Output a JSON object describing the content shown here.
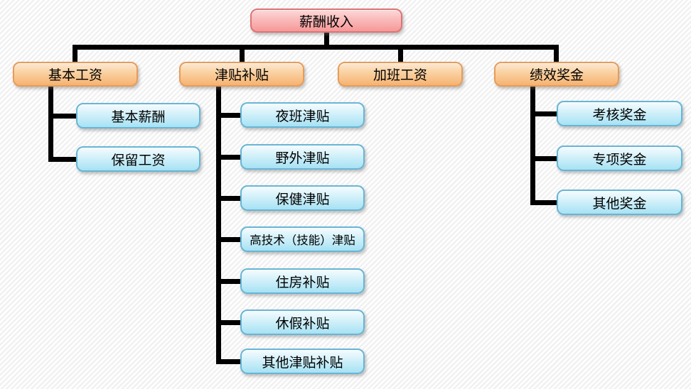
{
  "tree": {
    "root": {
      "label": "薪酬收入"
    },
    "branches": [
      {
        "label": "基本工资",
        "children": [
          {
            "label": "基本薪酬"
          },
          {
            "label": "保留工资"
          }
        ]
      },
      {
        "label": "津贴补贴",
        "children": [
          {
            "label": "夜班津贴"
          },
          {
            "label": "野外津贴"
          },
          {
            "label": "保健津贴"
          },
          {
            "label": "高技术（技能）津贴"
          },
          {
            "label": "住房补贴"
          },
          {
            "label": "休假补贴"
          },
          {
            "label": "其他津贴补贴"
          }
        ]
      },
      {
        "label": "加班工资",
        "children": []
      },
      {
        "label": "绩效奖金",
        "children": [
          {
            "label": "考核奖金"
          },
          {
            "label": "专项奖金"
          },
          {
            "label": "其他奖金"
          }
        ]
      }
    ]
  },
  "colors": {
    "root_border": "#dc7476",
    "root_fill_top": "#fdd9d9",
    "root_fill_mid": "#fabcbc",
    "root_fill_bottom": "#f69898",
    "branch_border": "#e79c58",
    "branch_fill_top": "#fce9d4",
    "branch_fill_mid": "#fad2a2",
    "branch_fill_bottom": "#f6b271",
    "leaf_border": "#68b5d5",
    "leaf_fill_top": "#f5fcfe",
    "leaf_fill_mid": "#d4f1fa",
    "leaf_fill_bottom": "#a6e2f4",
    "connector": "#000000",
    "bg_stripe_light": "#ffffff",
    "bg_stripe_dark": "#f1f1f1"
  }
}
